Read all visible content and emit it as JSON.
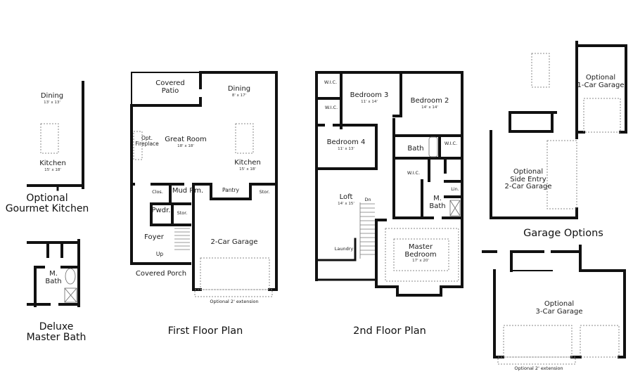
{
  "titles": {
    "gourmet_kitchen": [
      "Optional",
      "Gourmet Kitchen"
    ],
    "deluxe_bath": [
      "Deluxe",
      "Master Bath"
    ],
    "first_floor": "First Floor Plan",
    "second_floor": "2nd Floor Plan",
    "garage_options": "Garage Options"
  },
  "gourmet_kitchen": {
    "rooms": [
      {
        "name": "Dining",
        "dim": "13' x 13'"
      },
      {
        "name": "Kitchen",
        "dim": "15' x 18'"
      }
    ]
  },
  "deluxe_bath": {
    "rooms": [
      {
        "name": "M.",
        "name2": "Bath"
      }
    ]
  },
  "first_floor": {
    "rooms": [
      {
        "name": "Covered",
        "name2": "Patio"
      },
      {
        "name": "Dining",
        "dim": "8' x 17'"
      },
      {
        "name": "Opt.",
        "name2": "Fireplace"
      },
      {
        "name": "Great Room",
        "dim": "18' x 18'"
      },
      {
        "name": "Kitchen",
        "dim": "15' x 18'"
      },
      {
        "name": "Clos."
      },
      {
        "name": "Mud Rm."
      },
      {
        "name": "Pantry"
      },
      {
        "name": "Stor."
      },
      {
        "name": "Pwdr."
      },
      {
        "name": "Stor."
      },
      {
        "name": "Foyer"
      },
      {
        "name": "Up"
      },
      {
        "name": "2-Car Garage"
      },
      {
        "name": "Covered Porch"
      }
    ],
    "note": "Optional 2' extension"
  },
  "second_floor": {
    "rooms": [
      {
        "name": "W.I.C."
      },
      {
        "name": "Bedroom 3",
        "dim": "11' x 14'"
      },
      {
        "name": "W.I.C."
      },
      {
        "name": "Bedroom 2",
        "dim": "14' x 14'"
      },
      {
        "name": "Bedroom 4",
        "dim": "11' x 13'"
      },
      {
        "name": "Bath"
      },
      {
        "name": "W.I.C."
      },
      {
        "name": "W.I.C."
      },
      {
        "name": "M.",
        "name2": "Bath"
      },
      {
        "name": "Lin."
      },
      {
        "name": "Loft",
        "dim": "14' x 15'"
      },
      {
        "name": "Dn"
      },
      {
        "name": "Laundry"
      },
      {
        "name": "Master",
        "name2": "Bedroom",
        "dim": "17' x 20'"
      }
    ]
  },
  "garage_options": {
    "one_car": [
      "Optional",
      "1-Car Garage"
    ],
    "side_entry": [
      "Optional",
      "Side Entry",
      "2-Car Garage"
    ],
    "three_car": [
      "Optional",
      "3-Car Garage"
    ],
    "note": "Optional 2' extension"
  }
}
